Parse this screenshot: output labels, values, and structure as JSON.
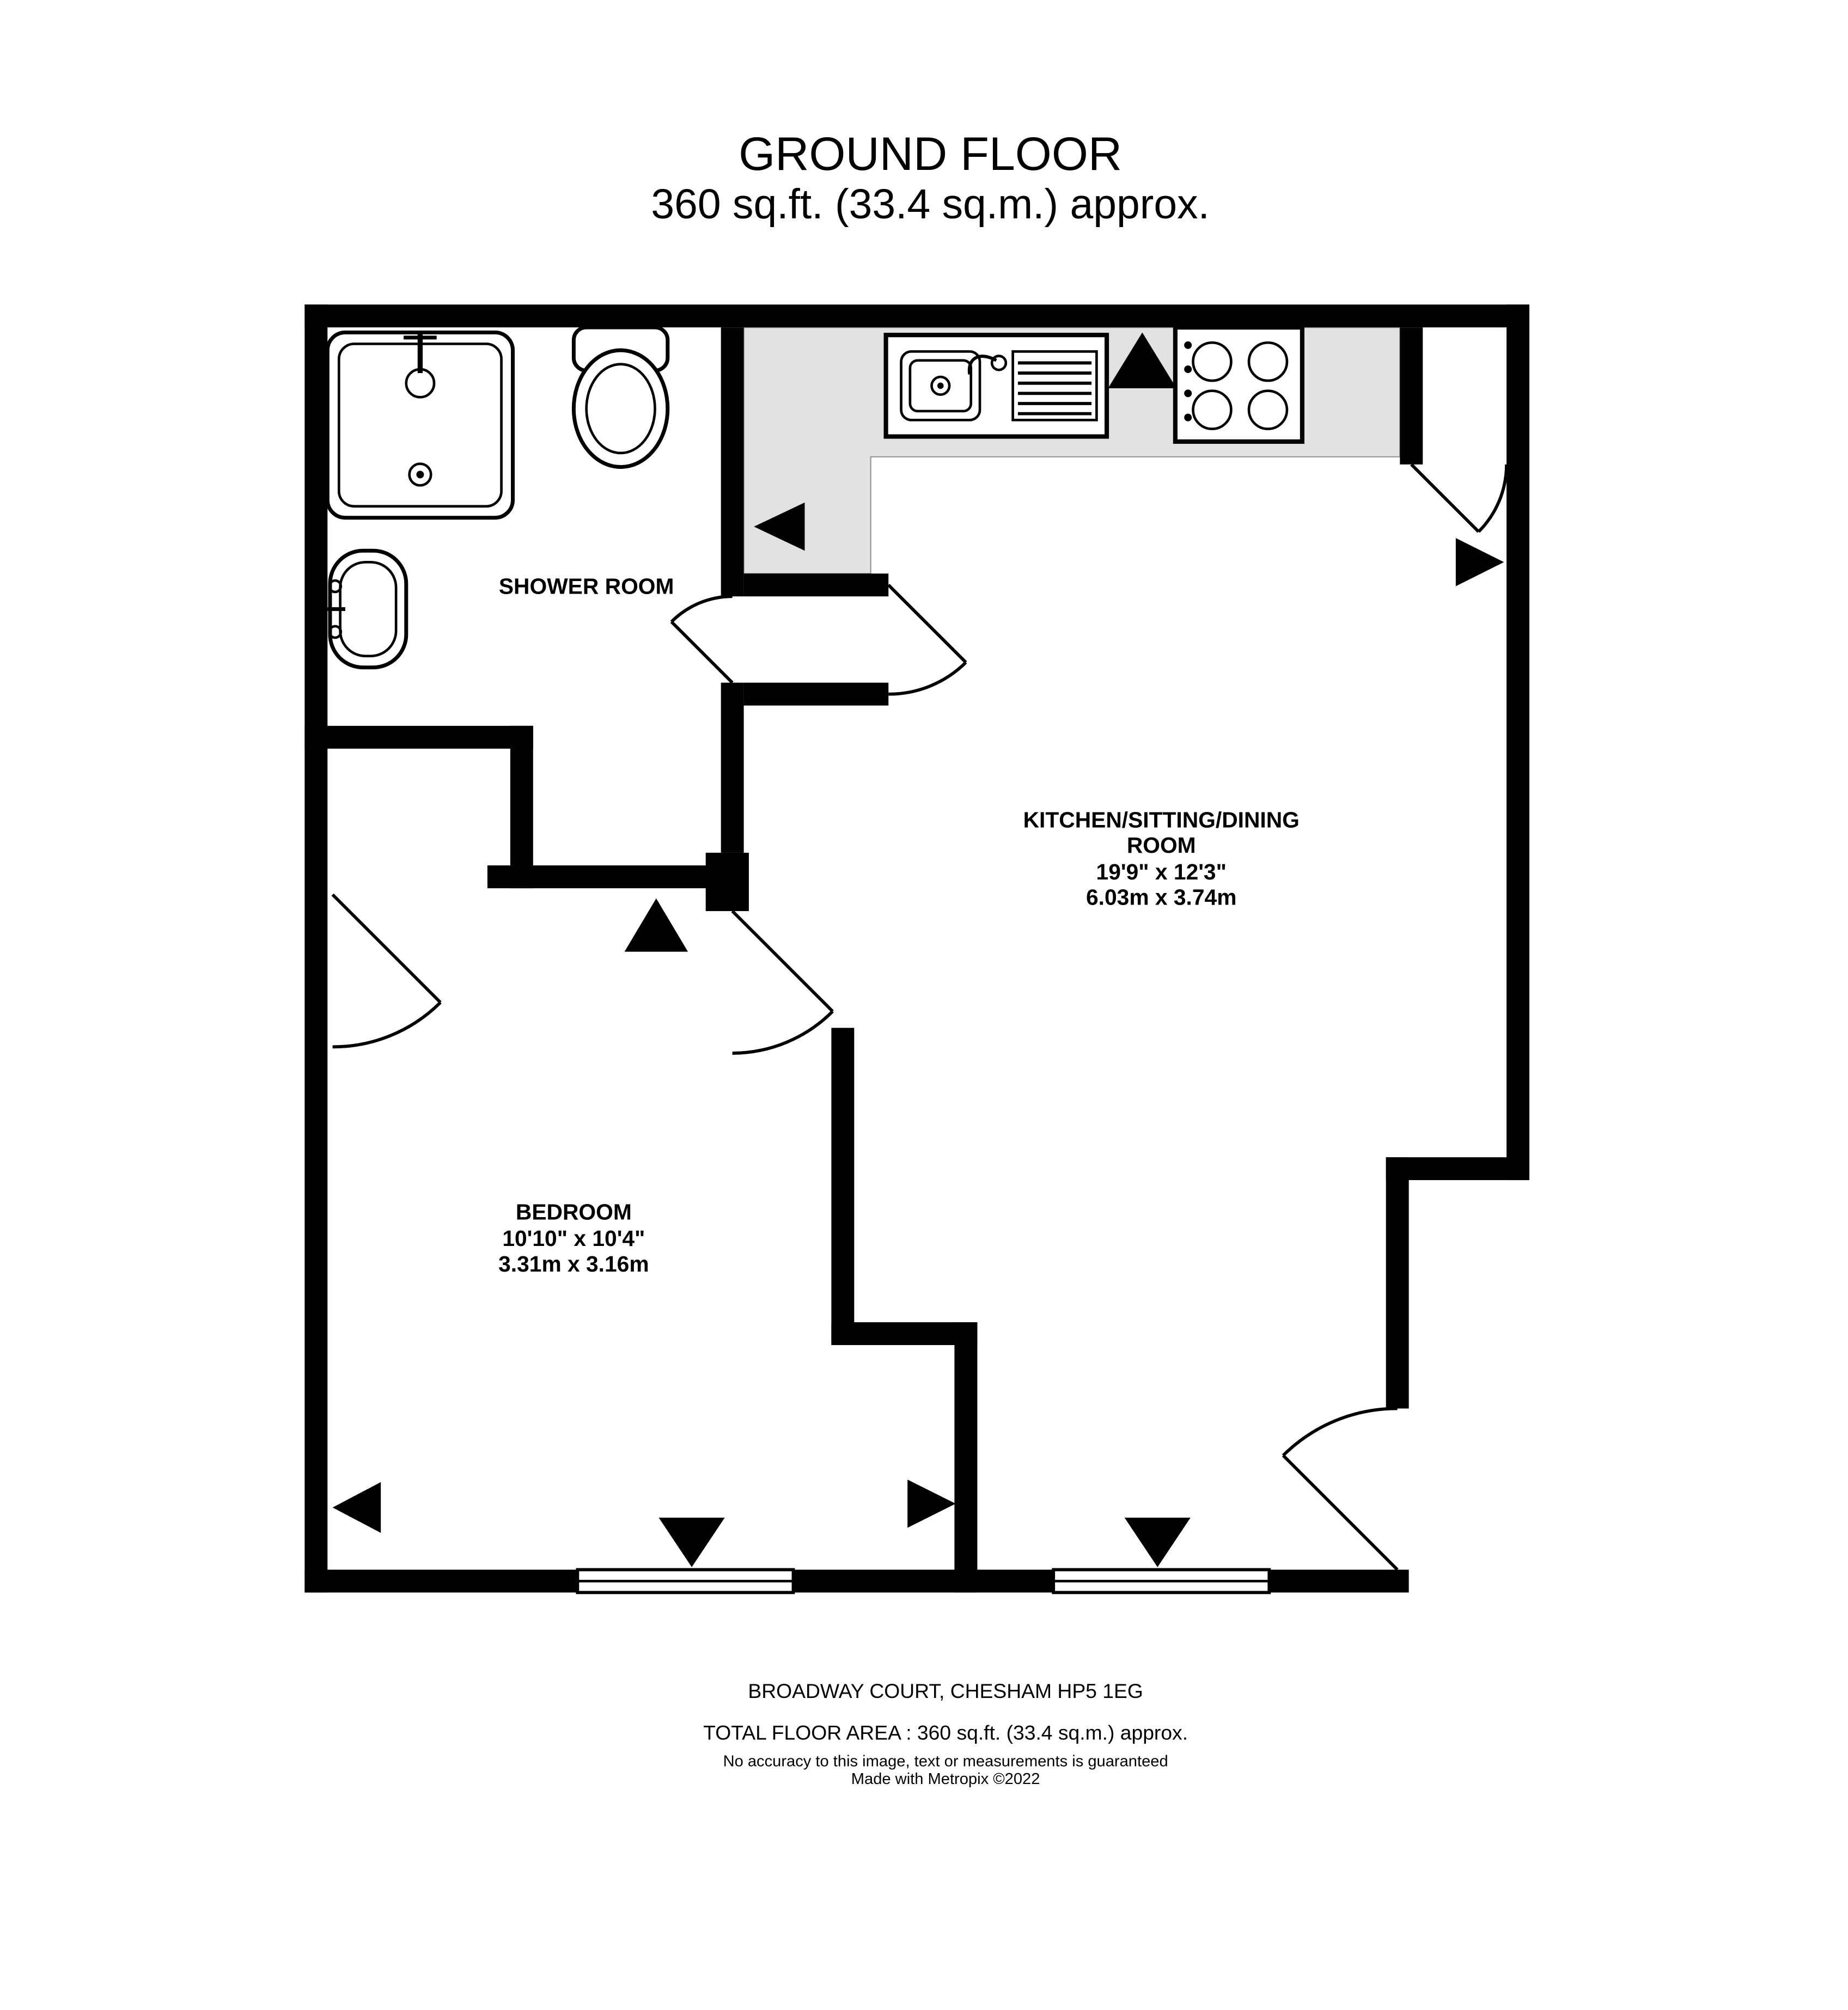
{
  "header": {
    "title": "GROUND FLOOR",
    "subtitle": "360 sq.ft. (33.4 sq.m.) approx."
  },
  "rooms": {
    "shower_room": {
      "label": "SHOWER ROOM"
    },
    "kitchen_sitting_dining": {
      "label_line1": "KITCHEN/SITTING/DINING",
      "label_line2": "ROOM",
      "dims_imperial": "19'9\" x 12'3\"",
      "dims_metric": "6.03m x 3.74m"
    },
    "bedroom": {
      "label": "BEDROOM",
      "dims_imperial": "10'10\" x 10'4\"",
      "dims_metric": "3.31m x 3.16m"
    }
  },
  "footer": {
    "address": "BROADWAY COURT, CHESHAM HP5 1EG",
    "total_area": "TOTAL FLOOR AREA : 360 sq.ft. (33.4 sq.m.) approx.",
    "disclaimer": "No accuracy to this image, text or measurements is guaranteed",
    "credit": "Made with Metropix ©2022"
  },
  "colors": {
    "wall": "#000000",
    "counter": "#e2e2e2",
    "background": "#ffffff"
  }
}
